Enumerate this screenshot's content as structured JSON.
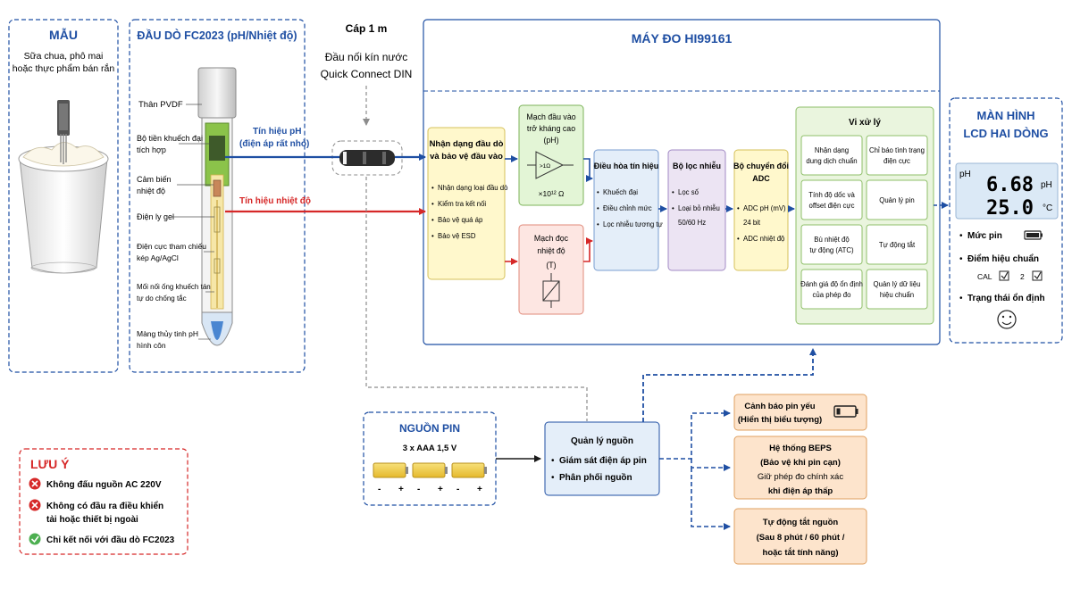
{
  "sample": {
    "title": "MẪU",
    "desc_line1": "Sữa chua, phô mai",
    "desc_line2": "hoặc thực phẩm bán rắn"
  },
  "probe": {
    "title": "ĐẦU DÒ FC2023 (pH/Nhiệt độ)",
    "labels": [
      "Thân PVDF",
      "Bộ tiền khuếch đại",
      "tích hợp",
      "Cảm biến",
      "nhiệt độ",
      "Điện ly gel",
      "Điện cực tham chiếu",
      "kép Ag/AgCl",
      "Mối nối ống khuếch tán",
      "tự do chống tắc",
      "Màng thủy tinh pH",
      "hình côn"
    ],
    "signal_ph_line1": "Tín hiệu pH",
    "signal_ph_line2": "(điện áp rất nhỏ)",
    "signal_temp": "Tín hiệu nhiệt độ"
  },
  "cable": {
    "title": "Cáp 1 m",
    "connector_line1": "Đầu nối kín nước",
    "connector_line2": "Quick Connect DIN"
  },
  "meter": {
    "title": "MÁY ĐO HI99161",
    "input_block": {
      "title_line1": "Nhận dạng đầu dò",
      "title_line2": "và bảo vệ đầu vào",
      "items": [
        "Nhận dạng loại đầu dò",
        "Kiểm tra kết nối",
        "Bảo vệ quá áp",
        "Bảo vệ ESD"
      ]
    },
    "ph_input": {
      "title_line1": "Mạch đầu vào",
      "title_line2": "trở kháng cao",
      "title_line3": "(pH)",
      "amp_label": ">1Ω",
      "impedance": "×10¹² Ω"
    },
    "temp_input": {
      "title_line1": "Mạch đọc",
      "title_line2": "nhiệt độ",
      "title_line3": "(T)"
    },
    "conditioning": {
      "title": "Điều hòa tín hiệu",
      "items": [
        "Khuếch đại",
        "Điều chỉnh mức",
        "Lọc nhiễu tương tự"
      ]
    },
    "filter": {
      "title": "Bộ lọc nhiễu",
      "items": [
        "Lọc số",
        "Loại bỏ nhiễu",
        "50/60 Hz"
      ]
    },
    "adc": {
      "title_line1": "Bộ chuyển đổi",
      "title_line2": "ADC",
      "items": [
        "ADC pH (mV)",
        "24 bit",
        "ADC nhiệt độ"
      ]
    },
    "processor": {
      "title": "Vi xử lý",
      "cells": [
        [
          "Nhận dạng",
          "dung dịch chuẩn"
        ],
        [
          "Chỉ báo tình trạng",
          "điện cực"
        ],
        [
          "Tính độ dốc và",
          "offset điện cực"
        ],
        [
          "Quản lý pin"
        ],
        [
          "Bù nhiệt độ",
          "tự động (ATC)"
        ],
        [
          "Tự động tắt"
        ],
        [
          "Đánh giá độ ổn định",
          "của phép đo"
        ],
        [
          "Quản lý dữ liệu",
          "hiệu chuẩn"
        ]
      ]
    }
  },
  "lcd": {
    "title_line1": "MÀN HÌNH",
    "title_line2": "LCD HAI DÒNG",
    "ph_label": "pH",
    "ph_value": "6.68",
    "ph_unit": "pH",
    "temp_value": "25.0",
    "temp_unit": "°C",
    "battery_label": "Mức pin",
    "calibration_label": "Điểm hiệu chuẩn",
    "cal_text": "CAL",
    "cal_point": "2",
    "stability_label": "Trạng thái ổn định"
  },
  "power": {
    "title": "NGUỒN PIN",
    "spec": "3 x AAA 1,5 V",
    "polarity": [
      "-",
      "+",
      "-",
      "+",
      "-",
      "+"
    ],
    "manager": {
      "title": "Quản lý nguồn",
      "items": [
        "Giám sát điện áp pin",
        "Phân phối nguồn"
      ]
    },
    "low_battery": {
      "line1": "Cảnh báo pin yếu",
      "line2": "(Hiển thị biểu tượng)"
    },
    "beps": {
      "line1": "Hệ thống BEPS",
      "line2": "(Bảo vệ khi pin cạn)",
      "line3": "Giữ phép đo chính xác",
      "line4": "khi điện áp thấp"
    },
    "auto_off": {
      "line1": "Tự động tắt nguồn",
      "line2": "(Sau 8 phút / 60 phút /",
      "line3": "hoặc tắt tính năng)"
    }
  },
  "notes": {
    "title": "LƯU Ý",
    "items": [
      [
        "Không đấu nguồn AC 220V"
      ],
      [
        "Không có đầu ra điều khiển",
        "tải hoặc thiết bị ngoài"
      ],
      [
        "Chỉ kết nối với đầu dò FC2023"
      ]
    ]
  },
  "colors": {
    "blue": "#1f4fa3",
    "red": "#d62828",
    "green": "#4caf50",
    "gray_dash": "#8c8c8c",
    "yellow_fill": "#fff8cc",
    "green_fill": "#e3f5d6",
    "pink_fill": "#fde6e2",
    "blue_fill": "#e4eef9",
    "purple_fill": "#ece4f3",
    "processor_fill": "#eaf5de",
    "orange_fill": "#fde4cc",
    "lcd_fill": "#dbe9f6"
  }
}
